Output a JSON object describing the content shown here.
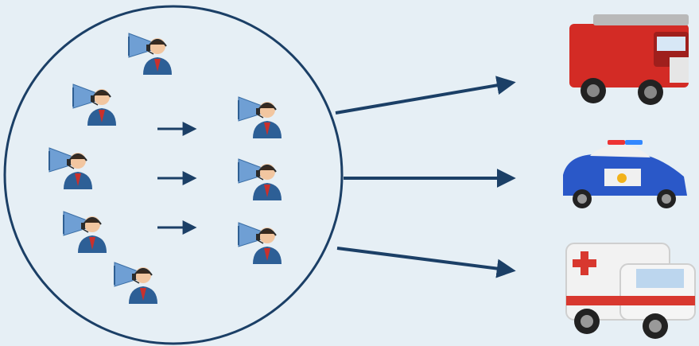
{
  "diagram": {
    "colors": {
      "background": "#e6eff5",
      "stroke": "#1b3f66",
      "operator_suit": "#2d5f96",
      "operator_skin": "#f2c6a0",
      "headset": "#2b2b2b",
      "speaker_cone": "#6f9fd4",
      "fire_truck": "#d32b25",
      "police_car": "#2a58c8",
      "ambulance_body": "#f2f2f2",
      "ambulance_stripe": "#d8382f"
    },
    "group": {
      "name": "dispatch-center",
      "operator_icon": "operator-headset-megaphone-icon",
      "inner_arrow_icon": "arrow-right-icon"
    },
    "outputs": [
      {
        "name": "fire-service",
        "icon": "fire-truck-icon"
      },
      {
        "name": "police-service",
        "icon": "police-car-icon"
      },
      {
        "name": "ambulance-service",
        "icon": "ambulance-icon"
      }
    ]
  }
}
